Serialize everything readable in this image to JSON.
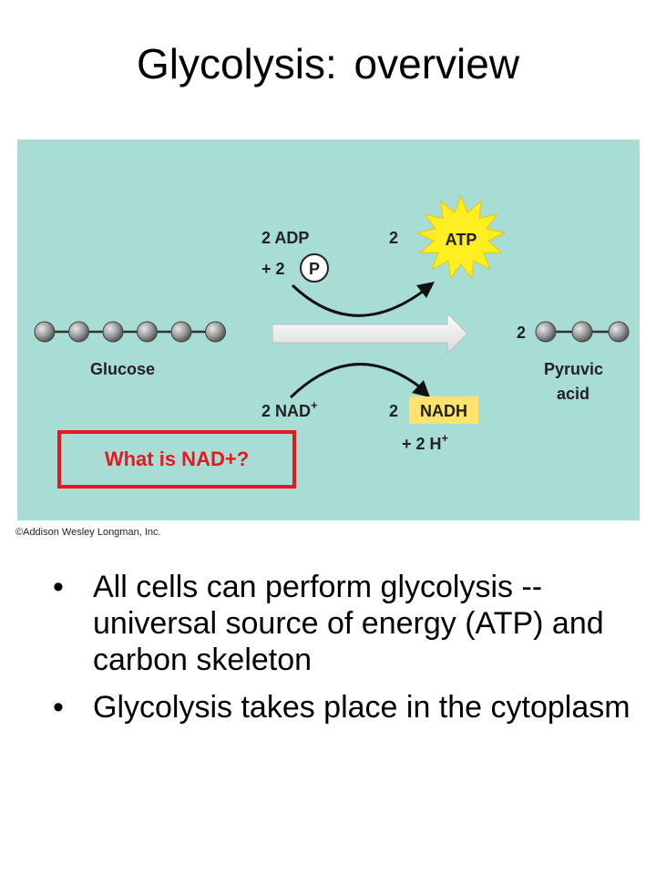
{
  "title": "Glycolysis: overview",
  "diagram": {
    "glucose_label": "Glucose",
    "adp_label": "2 ADP",
    "phosphate_label": "+ 2",
    "phosphate_symbol": "P",
    "atp_count": "2",
    "atp_label": "ATP",
    "nad_label": "2 NAD",
    "nad_sup": "+",
    "nadh_count": "2",
    "nadh_label": "NADH",
    "h_label": "+ 2 H",
    "h_sup": "+",
    "pyruvic_count": "2",
    "pyruvic_line1": "Pyruvic",
    "pyruvic_line2": "acid",
    "callout": "What is NAD+?",
    "colors": {
      "background": "#a8ddd6",
      "atp_burst": "#ffee22",
      "nadh_box": "#ffe36a",
      "callout_border": "#e8161e"
    }
  },
  "copyright": "©Addison Wesley Longman, Inc.",
  "bullets": [
    "All cells can perform glycolysis -- universal source of energy (ATP) and carbon skeleton",
    "Glycolysis takes place in the cytoplasm"
  ]
}
